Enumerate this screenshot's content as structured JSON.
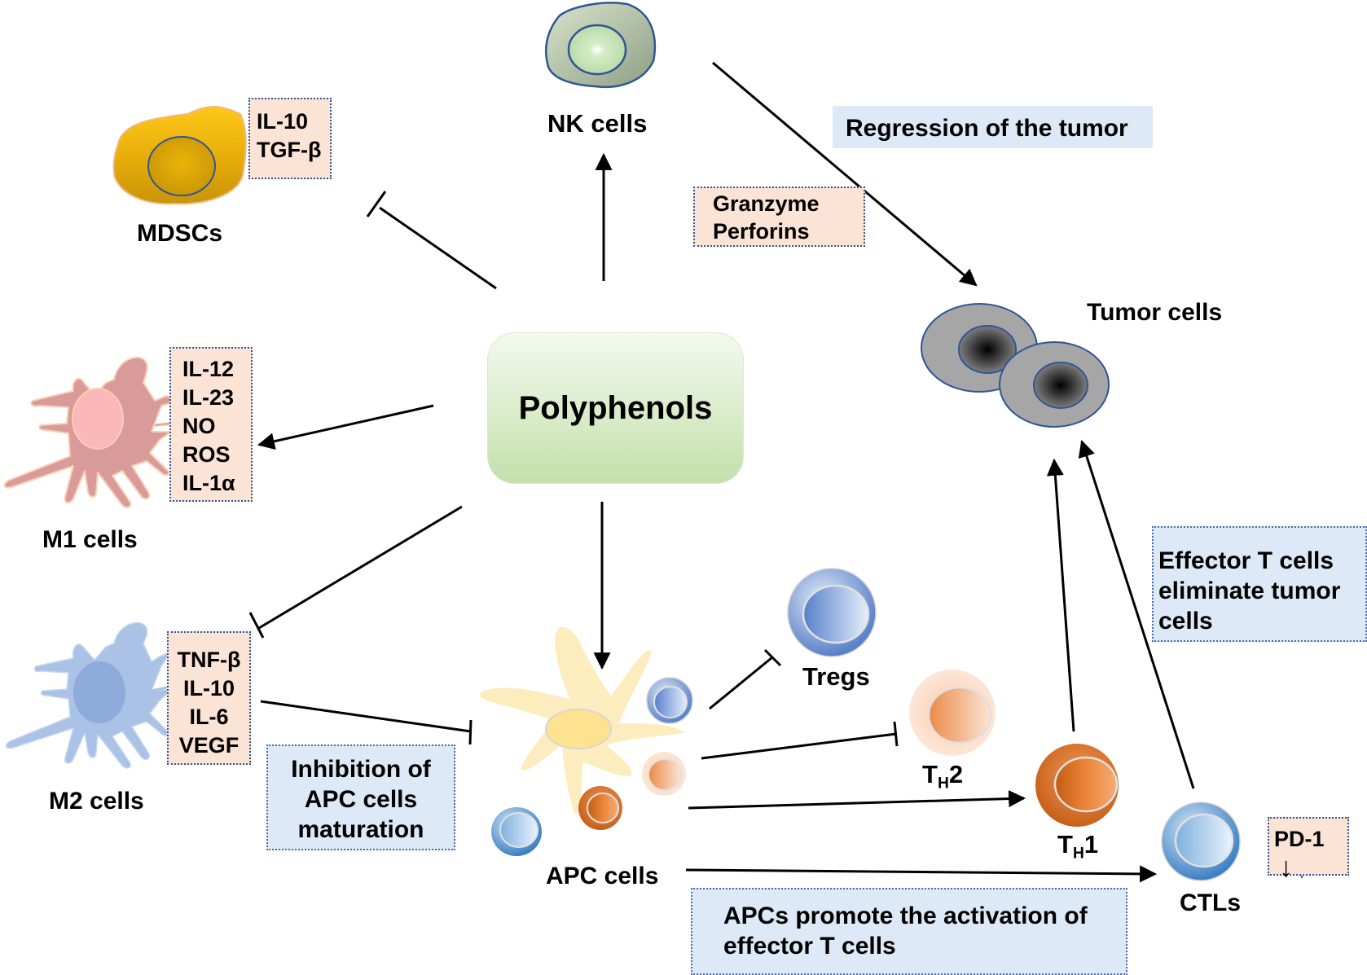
{
  "center": {
    "label": "Polyphenols"
  },
  "cells": {
    "nk": {
      "label": "NK cells"
    },
    "mdsc": {
      "label": "MDSCs"
    },
    "m1": {
      "label": "M1 cells"
    },
    "m2": {
      "label": "M2 cells"
    },
    "apc": {
      "label": "APC cells"
    },
    "tregs": {
      "label": "Tregs"
    },
    "th2": {
      "label_main": "T",
      "label_sub": "H",
      "label_suffix": "2"
    },
    "th1": {
      "label_main": "T",
      "label_sub": "H",
      "label_suffix": "1"
    },
    "ctl": {
      "label": "CTLs"
    },
    "tumor": {
      "label": "Tumor cells"
    }
  },
  "cytokines": {
    "mdsc": [
      "IL-10",
      "TGF-β"
    ],
    "m1": [
      "IL-12",
      "IL-23",
      "NO",
      "ROS",
      "IL-1α"
    ],
    "m2": [
      "TNF-β",
      "IL-10",
      "IL-6",
      "VEGF"
    ],
    "nk": [
      "Granzyme",
      "Perforins"
    ],
    "ctl": {
      "label": "PD-1",
      "arrow": "↓"
    }
  },
  "notes": {
    "regression": "Regression of the tumor",
    "effector": [
      "Effector T cells",
      "eliminate tumor",
      "cells"
    ],
    "inhibition": [
      "Inhibition of",
      "APC cells",
      "maturation"
    ],
    "activation": [
      "APCs promote the activation of",
      "effector T cells"
    ]
  },
  "edges": [
    {
      "from": "Polyphenols",
      "to": "NK cells",
      "type": "activation"
    },
    {
      "from": "Polyphenols",
      "to": "MDSCs",
      "type": "inhibition"
    },
    {
      "from": "Polyphenols",
      "to": "M1 cells",
      "type": "activation"
    },
    {
      "from": "Polyphenols",
      "to": "M2 cells",
      "type": "inhibition"
    },
    {
      "from": "Polyphenols",
      "to": "APC cells",
      "type": "activation"
    },
    {
      "from": "M2 cells",
      "to": "APC cells",
      "type": "inhibition"
    },
    {
      "from": "APC cells",
      "to": "Tregs",
      "type": "inhibition"
    },
    {
      "from": "APC cells",
      "to": "TH2",
      "type": "inhibition"
    },
    {
      "from": "APC cells",
      "to": "TH1",
      "type": "activation"
    },
    {
      "from": "APC cells",
      "to": "CTLs",
      "type": "activation"
    },
    {
      "from": "NK cells",
      "to": "Tumor cells",
      "type": "activation"
    },
    {
      "from": "TH1",
      "to": "Tumor cells",
      "type": "activation"
    },
    {
      "from": "CTLs",
      "to": "Tumor cells",
      "type": "activation"
    }
  ],
  "colors": {
    "cytokine_fill": "#fbe3d6",
    "note_fill": "#dde9f6",
    "box_border": "#2f5597",
    "mdsc": "#e8ae0a",
    "m1": "#d99a9a",
    "m2": "#a9c2e6",
    "apc": "#fde9b3",
    "tumor": "#a6a6a6"
  }
}
